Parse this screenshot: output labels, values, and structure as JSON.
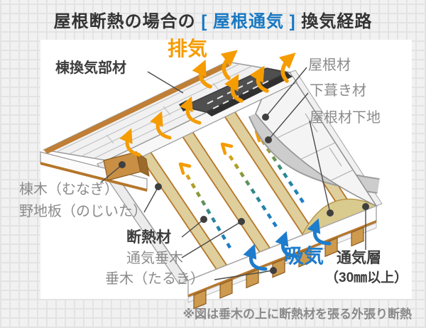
{
  "title": {
    "prefix": "屋根断熱の場合の",
    "bracket_open": " [ ",
    "highlight": "屋根通気",
    "bracket_close": " ] ",
    "suffix": "換気経路"
  },
  "airflow": {
    "exhaust_label": "排気",
    "intake_label": "吸気"
  },
  "parts": {
    "ridge_vent": "棟換気部材",
    "roofing": "屋根材",
    "underlayment": "下葺き材",
    "roof_base": "屋根材下地",
    "ridge_beam": "棟木（むなぎ）",
    "sheathing": "野地板（のじいた）",
    "insulation": "断熱材",
    "vent_rafter": "通気垂木",
    "rafter": "垂木（たるき）",
    "vent_layer": "通気層",
    "vent_layer_size": "（30㎜以上）"
  },
  "note": "※図は垂木の上に断熱材を張る外張り断熱",
  "colors": {
    "accent_blue": "#1d7ccc",
    "accent_orange": "#f59c00",
    "title_blue": "#1778c2",
    "wood_dark": "#b5762a",
    "wood_light": "#decf9c",
    "roof_base_tan": "#d9ca8e",
    "underlayment_gray": "#cdcdcd",
    "label_gray": "#8b8b8b",
    "label_dark": "#3d3d3d"
  }
}
